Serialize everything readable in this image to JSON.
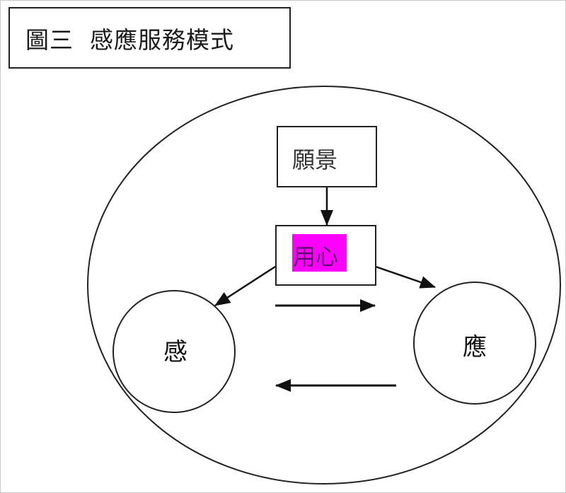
{
  "title": {
    "text": "圖三  感應服務模式"
  },
  "diagram": {
    "outer_container": {
      "shape": "ellipse"
    },
    "nodes": {
      "vision": {
        "label": "願景",
        "shape": "rectangle"
      },
      "mindful": {
        "label": "用心",
        "shape": "rectangle",
        "highlight_color": "#ff00ff"
      },
      "sense": {
        "label": "感",
        "shape": "circle"
      },
      "respond": {
        "label": "應",
        "shape": "circle"
      }
    },
    "edges": [
      {
        "from": "願景",
        "to": "用心"
      },
      {
        "from": "用心",
        "to": "感"
      },
      {
        "from": "用心",
        "to": "應"
      },
      {
        "from": "感",
        "to": "應"
      },
      {
        "from": "應",
        "to": "感"
      }
    ],
    "colors": {
      "stroke": "#222222",
      "highlight": "#ff00ff",
      "background": "#ffffff"
    }
  }
}
